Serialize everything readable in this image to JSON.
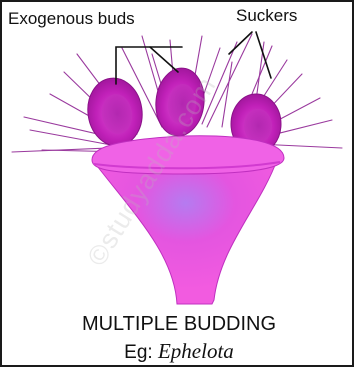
{
  "labels": {
    "exogenous_buds": "Exogenous buds",
    "suckers": "Suckers"
  },
  "caption": {
    "title": "MULTIPLE BUDDING",
    "example_prefix": "Eg: ",
    "example_genus": "Ephelota"
  },
  "watermark": "©studyadda.com",
  "colors": {
    "body_pink": "#f25be0",
    "bud_magenta": "#c020b8",
    "bud_dark": "#8a1288",
    "sucker_purple": "#9a3a9e",
    "leader_line": "#111111"
  }
}
